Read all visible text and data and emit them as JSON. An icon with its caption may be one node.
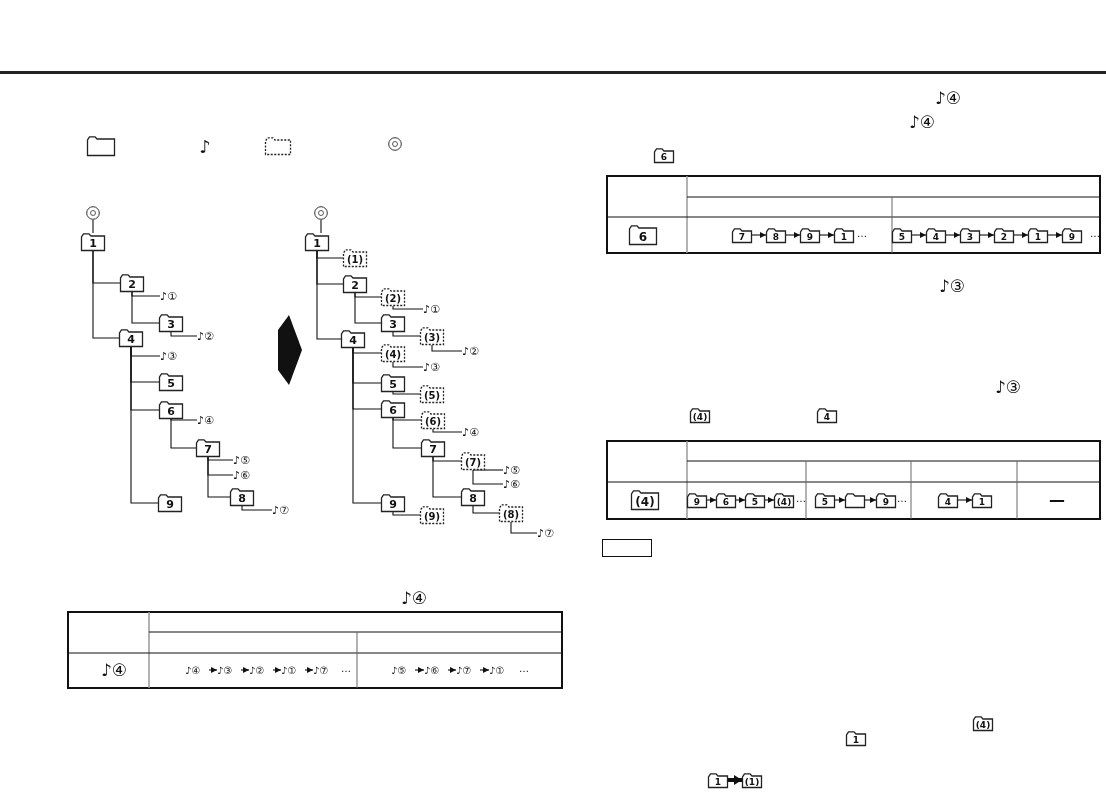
{
  "diagram": {
    "nodes": [
      {
        "text": [],
        "shape": "folder"
      },
      {
        "text": [],
        "shape": "folder"
      },
      {
        "text": [],
        "shape": "circle"
      },
      {
        "text": [],
        "shape": "circle"
      },
      {
        "text": [
          "1"
        ]
      },
      {
        "text": [
          "2"
        ]
      },
      {
        "text": [
          "♪①"
        ]
      },
      {
        "text": [
          "3"
        ]
      },
      {
        "text": [
          "♪②"
        ]
      },
      {
        "text": [
          "4"
        ]
      },
      {
        "text": [
          "♪③"
        ]
      },
      {
        "text": [
          "5"
        ]
      },
      {
        "text": [
          "6"
        ]
      },
      {
        "text": [
          "♪④"
        ]
      },
      {
        "text": [
          "7"
        ]
      },
      {
        "text": [
          "♪⑤"
        ]
      },
      {
        "text": [
          "♪⑥"
        ]
      },
      {
        "text": [
          "8"
        ]
      },
      {
        "text": [
          "♪⑦"
        ]
      },
      {
        "text": [
          "9"
        ]
      },
      {
        "text": [],
        "shape": "circle"
      },
      {
        "text": [
          "1"
        ]
      },
      {
        "text": [
          "(1)"
        ]
      },
      {
        "text": [
          "2"
        ]
      },
      {
        "text": [
          "(2)"
        ]
      },
      {
        "text": [
          "♪①"
        ]
      },
      {
        "text": [
          "3"
        ]
      },
      {
        "text": [
          "(3)"
        ]
      },
      {
        "text": [
          "♪②"
        ]
      },
      {
        "text": [
          "4"
        ]
      },
      {
        "text": [
          "(4)"
        ]
      },
      {
        "text": [
          "♪③"
        ]
      },
      {
        "text": [
          "5"
        ]
      },
      {
        "text": [
          "(5)"
        ]
      },
      {
        "text": [
          "6"
        ]
      },
      {
        "text": [
          "(6)"
        ]
      },
      {
        "text": [
          "♪④"
        ]
      },
      {
        "text": [
          "7"
        ]
      },
      {
        "text": [
          "(7)"
        ]
      },
      {
        "text": [
          "♪⑤"
        ]
      },
      {
        "text": [
          "♪⑥"
        ]
      },
      {
        "text": [
          "8"
        ]
      },
      {
        "text": [
          "(8)"
        ]
      },
      {
        "text": [
          "♪⑦"
        ]
      },
      {
        "text": [
          "9"
        ]
      },
      {
        "text": [
          "(9)"
        ]
      },
      {
        "text": [
          "♪④"
        ]
      },
      {
        "text": [
          "♪③"
        ]
      },
      {
        "text": [
          "♪②"
        ]
      },
      {
        "text": [
          "♪①"
        ]
      },
      {
        "text": [
          "♪⑦"
        ]
      },
      {
        "text": [
          "♪⑤"
        ]
      },
      {
        "text": [
          "♪⑥"
        ]
      },
      {
        "text": [
          "♪⑦"
        ]
      },
      {
        "text": [
          "♪①"
        ]
      },
      {
        "text": [
          "6"
        ]
      },
      {
        "text": [
          "6"
        ]
      },
      {
        "text": [
          "7"
        ]
      },
      {
        "text": [
          "8"
        ]
      },
      {
        "text": [
          "9"
        ]
      },
      {
        "text": [
          "1"
        ]
      },
      {
        "text": [
          "5"
        ]
      },
      {
        "text": [
          "4"
        ]
      },
      {
        "text": [
          "3"
        ]
      },
      {
        "text": [
          "2"
        ]
      },
      {
        "text": [
          "1"
        ]
      },
      {
        "text": [
          "9"
        ]
      },
      {
        "text": [
          "(4)"
        ]
      },
      {
        "text": [
          "4"
        ]
      },
      {
        "text": [
          "(4)"
        ]
      },
      {
        "text": [
          "9"
        ]
      },
      {
        "text": [
          "6"
        ]
      },
      {
        "text": [
          "5"
        ]
      },
      {
        "text": [
          "(4)"
        ]
      },
      {
        "text": [
          "5"
        ]
      },
      {
        "text": [],
        "shape": "folder"
      },
      {
        "text": [
          "9"
        ]
      },
      {
        "text": [
          "4"
        ]
      },
      {
        "text": [
          "1"
        ]
      },
      {
        "text": [],
        "shape": "box"
      },
      {
        "text": [
          "(4)"
        ]
      },
      {
        "text": [
          "1"
        ]
      },
      {
        "text": [
          "1"
        ]
      },
      {
        "text": [
          "(1)"
        ]
      }
    ],
    "edges": [
      {
        "from": 3,
        "to": 4,
        "arrow": "none"
      },
      {
        "from": 4,
        "to": 5,
        "arrow": "none"
      },
      {
        "from": 4,
        "to": 9,
        "arrow": "none"
      },
      {
        "from": 5,
        "to": 6,
        "arrow": "none"
      },
      {
        "from": 5,
        "to": 7,
        "arrow": "none"
      },
      {
        "from": 7,
        "to": 8,
        "arrow": "none"
      },
      {
        "from": 9,
        "to": 10,
        "arrow": "none"
      },
      {
        "from": 9,
        "to": 11,
        "arrow": "none"
      },
      {
        "from": 9,
        "to": 12,
        "arrow": "none"
      },
      {
        "from": 9,
        "to": 19,
        "arrow": "none"
      },
      {
        "from": 12,
        "to": 13,
        "arrow": "none"
      },
      {
        "from": 12,
        "to": 14,
        "arrow": "none"
      },
      {
        "from": 14,
        "to": 15,
        "arrow": "none"
      },
      {
        "from": 14,
        "to": 16,
        "arrow": "none"
      },
      {
        "from": 14,
        "to": 17,
        "arrow": "none"
      },
      {
        "from": 17,
        "to": 18,
        "arrow": "none"
      },
      {
        "from": 20,
        "to": 21,
        "arrow": "none"
      },
      {
        "from": 21,
        "to": 22,
        "arrow": "none"
      },
      {
        "from": 21,
        "to": 23,
        "arrow": "none"
      },
      {
        "from": 21,
        "to": 29,
        "arrow": "none"
      },
      {
        "from": 23,
        "to": 24,
        "arrow": "none"
      },
      {
        "from": 24,
        "to": 25,
        "arrow": "none"
      },
      {
        "from": 23,
        "to": 26,
        "arrow": "none"
      },
      {
        "from": 26,
        "to": 27,
        "arrow": "none"
      },
      {
        "from": 27,
        "to": 28,
        "arrow": "none"
      },
      {
        "from": 29,
        "to": 30,
        "arrow": "none"
      },
      {
        "from": 30,
        "to": 31,
        "arrow": "none"
      },
      {
        "from": 29,
        "to": 32,
        "arrow": "none"
      },
      {
        "from": 32,
        "to": 33,
        "arrow": "none"
      },
      {
        "from": 29,
        "to": 34,
        "arrow": "none"
      },
      {
        "from": 29,
        "to": 44,
        "arrow": "none"
      },
      {
        "from": 34,
        "to": 35,
        "arrow": "none"
      },
      {
        "from": 35,
        "to": 36,
        "arrow": "none"
      },
      {
        "from": 34,
        "to": 37,
        "arrow": "none"
      },
      {
        "from": 37,
        "to": 38,
        "arrow": "none"
      },
      {
        "from": 38,
        "to": 39,
        "arrow": "none"
      },
      {
        "from": 38,
        "to": 40,
        "arrow": "none"
      },
      {
        "from": 37,
        "to": 41,
        "arrow": "none"
      },
      {
        "from": 41,
        "to": 42,
        "arrow": "none"
      },
      {
        "from": 42,
        "to": 43,
        "arrow": "none"
      },
      {
        "from": 44,
        "to": 45,
        "arrow": "none"
      },
      {
        "from": 46,
        "to": 47,
        "arrow": "to"
      },
      {
        "from": 47,
        "to": 48,
        "arrow": "to"
      },
      {
        "from": 48,
        "to": 49,
        "arrow": "to"
      },
      {
        "from": 49,
        "to": 50,
        "arrow": "to"
      },
      {
        "from": 51,
        "to": 52,
        "arrow": "to"
      },
      {
        "from": 52,
        "to": 53,
        "arrow": "to"
      },
      {
        "from": 53,
        "to": 54,
        "arrow": "to"
      },
      {
        "from": 57,
        "to": 58,
        "arrow": "to"
      },
      {
        "from": 58,
        "to": 59,
        "arrow": "to"
      },
      {
        "from": 59,
        "to": 60,
        "arrow": "to"
      },
      {
        "from": 61,
        "to": 62,
        "arrow": "to"
      },
      {
        "from": 62,
        "to": 63,
        "arrow": "to"
      },
      {
        "from": 63,
        "to": 64,
        "arrow": "to"
      },
      {
        "from": 64,
        "to": 65,
        "arrow": "to"
      },
      {
        "from": 65,
        "to": 66,
        "arrow": "to"
      },
      {
        "from": 70,
        "to": 71,
        "arrow": "to"
      },
      {
        "from": 71,
        "to": 72,
        "arrow": "to"
      },
      {
        "from": 72,
        "to": 73,
        "arrow": "to"
      },
      {
        "from": 74,
        "to": 75,
        "arrow": "to"
      },
      {
        "from": 75,
        "to": 76,
        "arrow": "to"
      },
      {
        "from": 77,
        "to": 78,
        "arrow": "to"
      },
      {
        "from": 82,
        "to": 83,
        "arrow": "to",
        "style": "thick"
      }
    ],
    "labels": [
      "♪",
      "♪④",
      "♪④",
      "…",
      "…",
      "♪④",
      "♪④",
      "…",
      "…",
      "♪③",
      "♪③",
      "…",
      "…",
      "—"
    ]
  }
}
